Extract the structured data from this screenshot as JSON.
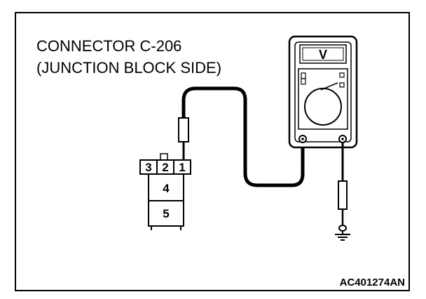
{
  "title": {
    "line1": "CONNECTOR C-206",
    "line2": "(JUNCTION BLOCK SIDE)"
  },
  "connector": {
    "top_row_pins": [
      "3",
      "2",
      "1"
    ],
    "lower_pins": [
      "4",
      "5"
    ]
  },
  "meter": {
    "mode_symbol": "V"
  },
  "figure_code": "AC401274AN",
  "icons": {
    "meter": "voltmeter-icon",
    "ground": "ground-symbol-icon",
    "probe": "test-probe-icon"
  }
}
